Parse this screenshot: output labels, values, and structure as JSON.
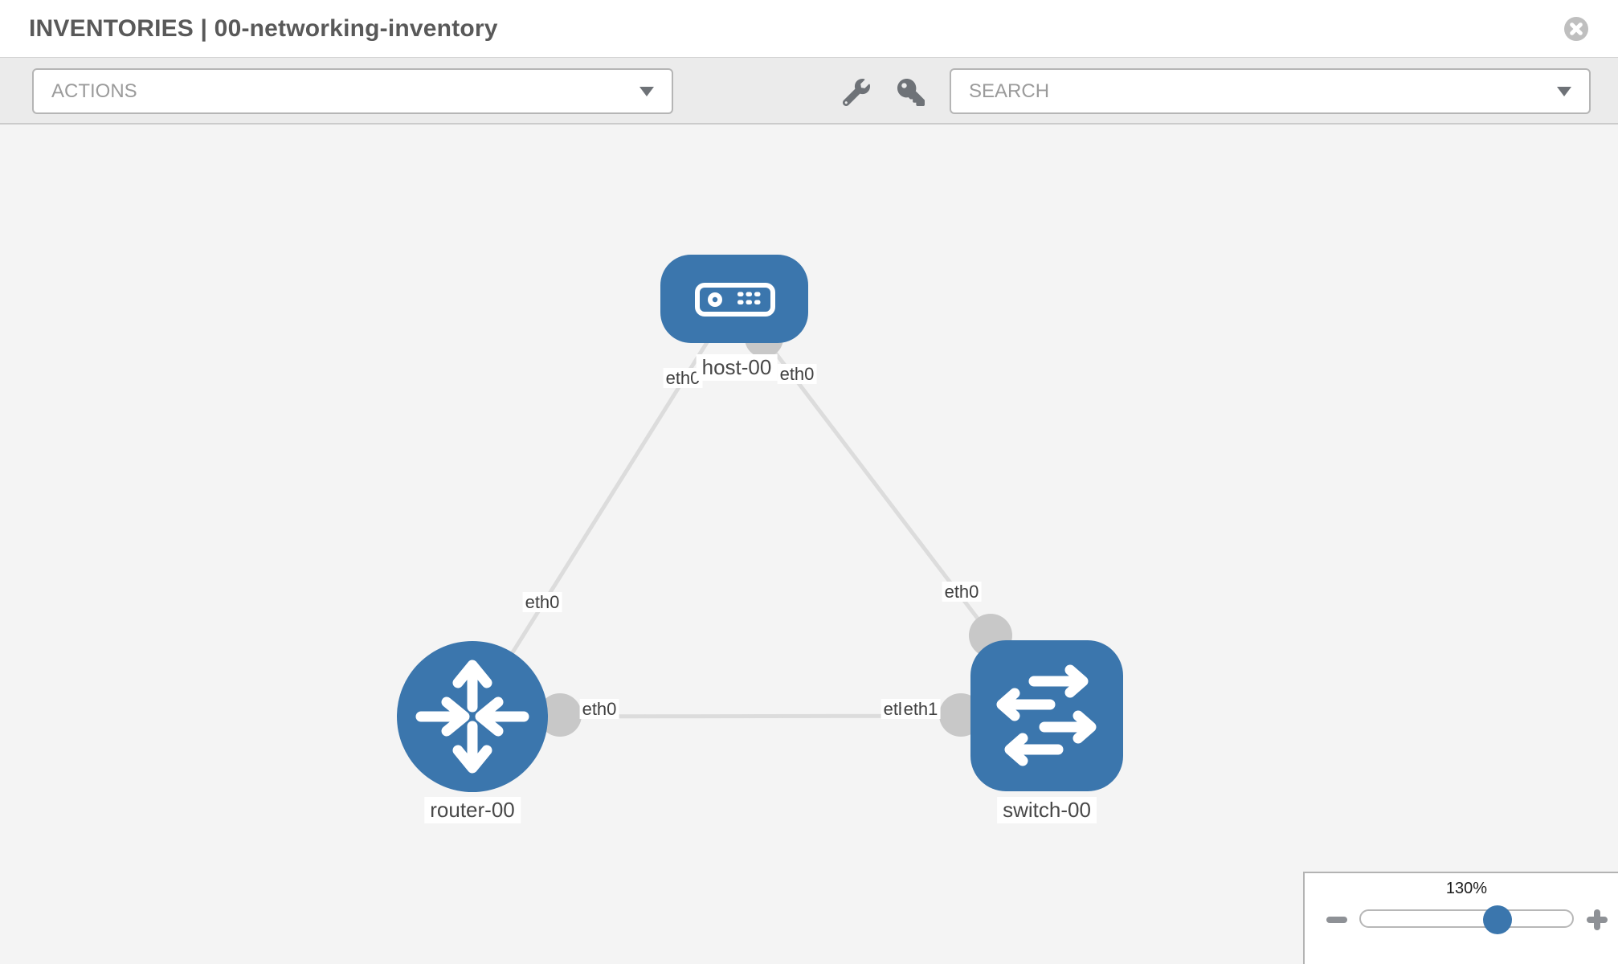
{
  "header": {
    "title": "INVENTORIES | 00-networking-inventory",
    "close_icon": "x-circle"
  },
  "toolbar": {
    "actions_label": "ACTIONS",
    "search_label": "SEARCH",
    "icons": [
      "wrench",
      "key",
      "chevron-down"
    ]
  },
  "topology": {
    "nodes": [
      {
        "label": "host-00",
        "type": "host",
        "shape": "rounded-rect",
        "icon": "server-faceplate"
      },
      {
        "label": "router-00",
        "type": "router",
        "shape": "circle",
        "icon": "four-way-arrows"
      },
      {
        "label": "switch-00",
        "type": "switch",
        "shape": "rounded-square",
        "icon": "alternating-arrows"
      }
    ],
    "links": [
      {
        "from": "host-00",
        "from_if": "eth0",
        "to": "router-00",
        "to_if": "eth0"
      },
      {
        "from": "host-00",
        "from_if": "eth0",
        "to": "switch-00",
        "to_if": "eth0"
      },
      {
        "from": "router-00",
        "from_if": "eth0",
        "to": "switch-00",
        "to_if": "eth1"
      }
    ],
    "l3_switch_under_label": "eth0"
  },
  "zoom_control": {
    "level": "130%",
    "value": 130,
    "minus_icon": "minus",
    "plus_icon": "plus"
  },
  "colors": {
    "node_blue": "#3b76ad",
    "link_gray": "#dcdcdc",
    "port_gray": "#c8c8c8",
    "toolbar_gray": "#ebebeb",
    "canvas_gray": "#f4f4f4"
  }
}
